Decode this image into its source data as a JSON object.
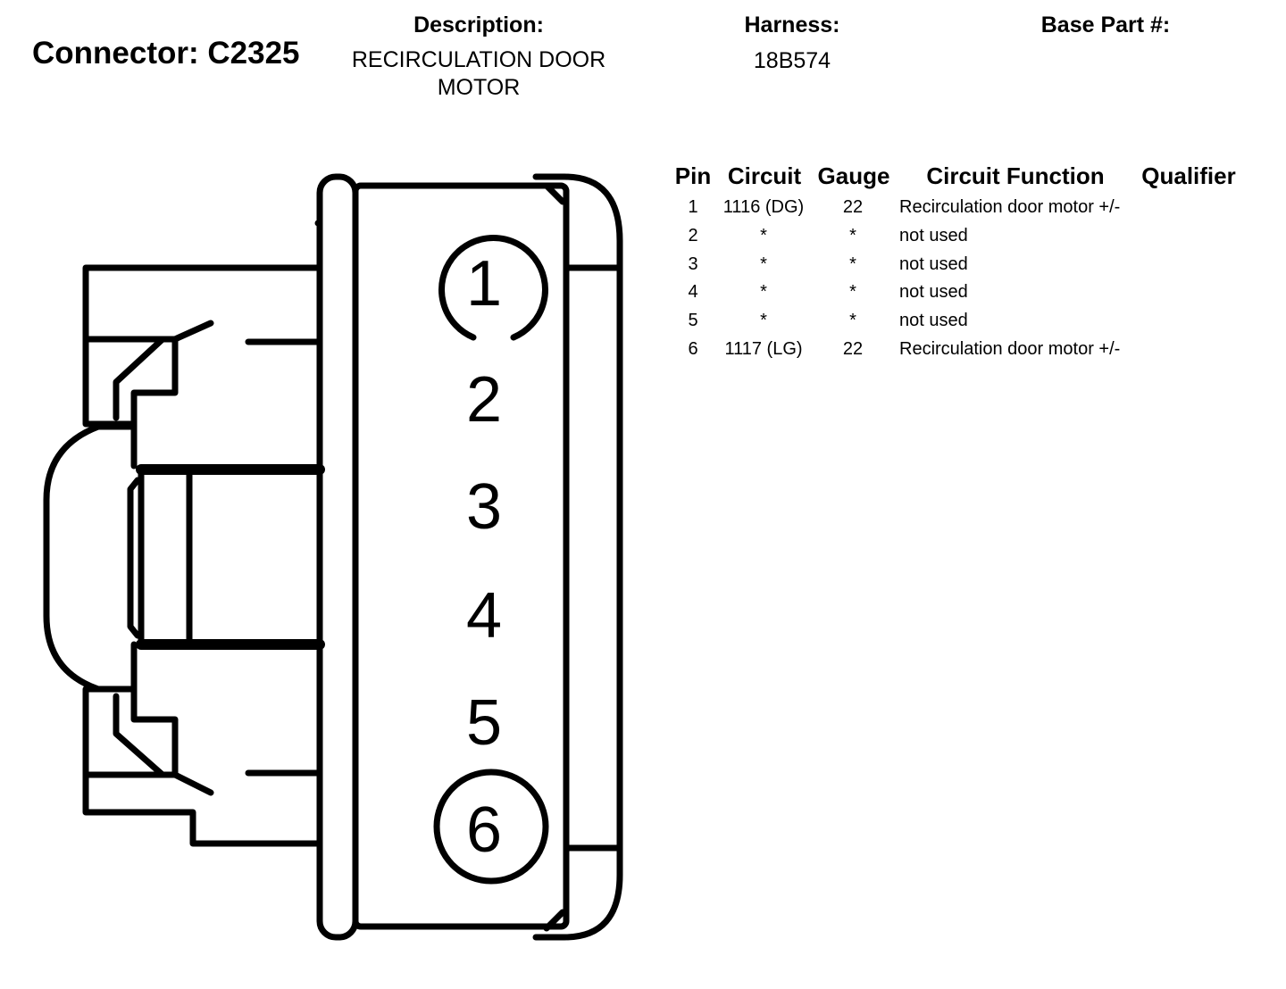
{
  "header": {
    "connector_label": "Connector: C2325",
    "description_label": "Description:",
    "description_value": "RECIRCULATION DOOR MOTOR",
    "harness_label": "Harness:",
    "harness_value": "18B574",
    "base_part_label": "Base Part #:",
    "base_part_value": ""
  },
  "connector": {
    "pin_labels": [
      "1",
      "2",
      "3",
      "4",
      "5",
      "6"
    ],
    "circled_pins": [
      "1",
      "6"
    ]
  },
  "pin_table": {
    "columns": [
      "Pin",
      "Circuit",
      "Gauge",
      "Circuit Function",
      "Qualifier"
    ],
    "rows": [
      {
        "pin": "1",
        "circuit": "1116 (DG)",
        "gauge": "22",
        "function": "Recirculation door motor +/-",
        "qualifier": ""
      },
      {
        "pin": "2",
        "circuit": "*",
        "gauge": "*",
        "function": "not used",
        "qualifier": ""
      },
      {
        "pin": "3",
        "circuit": "*",
        "gauge": "*",
        "function": "not used",
        "qualifier": ""
      },
      {
        "pin": "4",
        "circuit": "*",
        "gauge": "*",
        "function": "not used",
        "qualifier": ""
      },
      {
        "pin": "5",
        "circuit": "*",
        "gauge": "*",
        "function": "not used",
        "qualifier": ""
      },
      {
        "pin": "6",
        "circuit": "1117 (LG)",
        "gauge": "22",
        "function": "Recirculation door motor +/-",
        "qualifier": ""
      }
    ]
  }
}
